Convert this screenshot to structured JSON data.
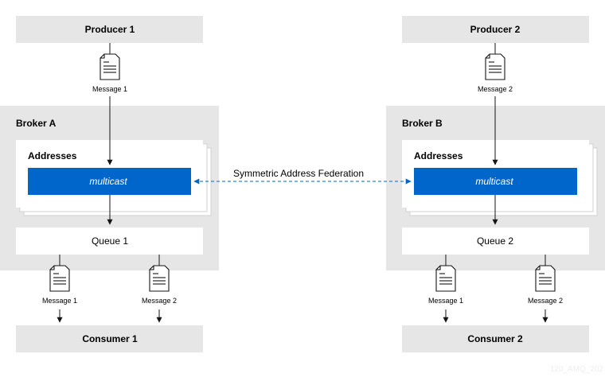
{
  "colors": {
    "panel_gray": "#e6e6e6",
    "box_white": "#ffffff",
    "multicast_blue": "#0066cc",
    "arrow_black": "#151515",
    "federation_blue": "#0066cc",
    "watermark": "#eeeeee"
  },
  "icons": {
    "message": "document-icon"
  },
  "left": {
    "producer": "Producer 1",
    "incoming_message": "Message 1",
    "broker": "Broker A",
    "addresses": "Addresses",
    "multicast": "multicast",
    "queue": "Queue 1",
    "outgoing_messages": [
      "Message 1",
      "Message 2"
    ],
    "consumer": "Consumer 1"
  },
  "right": {
    "producer": "Producer 2",
    "incoming_message": "Message 2",
    "broker": "Broker B",
    "addresses": "Addresses",
    "multicast": "multicast",
    "queue": "Queue 2",
    "outgoing_messages": [
      "Message 1",
      "Message 2"
    ],
    "consumer": "Consumer 2"
  },
  "federation_label": "Symmetric Address Federation",
  "watermark": "120_AMQ_202"
}
